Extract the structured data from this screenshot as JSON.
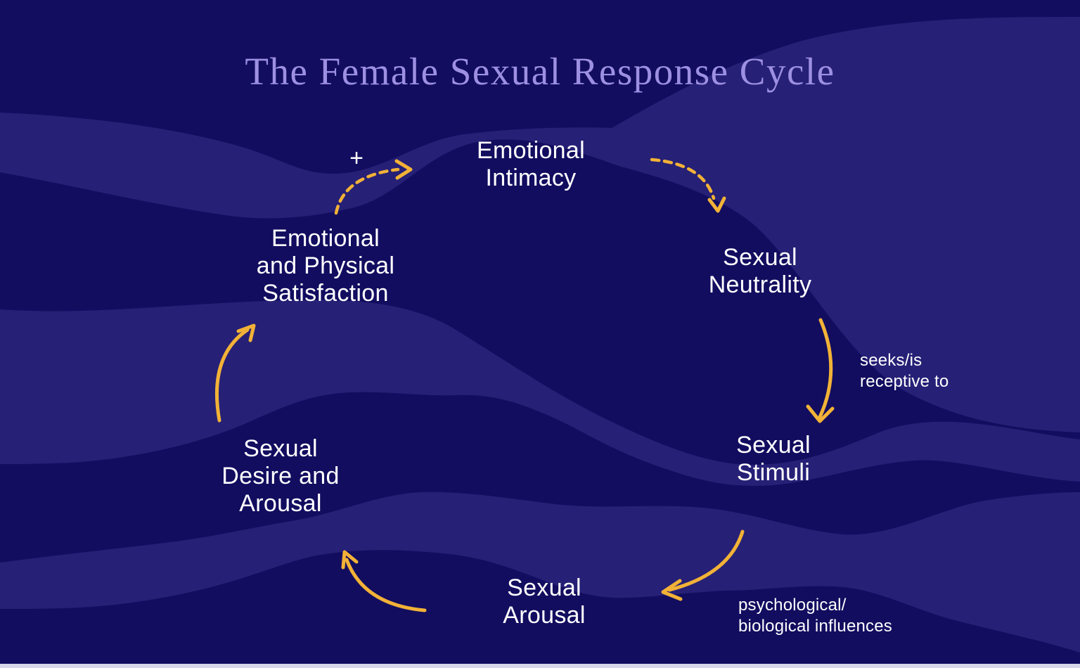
{
  "title": "The Female Sexual Response Cycle",
  "colors": {
    "background": "#120d5f",
    "wave_light": "#262076",
    "title_text": "#9d90e2",
    "body_text": "#ffffff",
    "arrow": "#f2b237",
    "bottom_strip": "#d8d7ea"
  },
  "cycle": {
    "plus_sign": "+",
    "stages": {
      "emotional_intimacy": {
        "line1": "Emotional",
        "line2": "Intimacy"
      },
      "sexual_neutrality": {
        "line1": "Sexual",
        "line2": "Neutrality"
      },
      "sexual_stimuli": {
        "line1": "Sexual",
        "line2": "Stimuli"
      },
      "sexual_arousal": {
        "line1": "Sexual",
        "line2": "Arousal"
      },
      "sexual_desire_and_arousal": {
        "line1": "Sexual",
        "line2": "Desire and",
        "line3": "Arousal"
      },
      "emotional_physical_satisfaction": {
        "line1": "Emotional",
        "line2": "and Physical",
        "line3": "Satisfaction"
      }
    },
    "edge_labels": {
      "neutrality_to_stimuli": {
        "line1": "seeks/is",
        "line2": "receptive to"
      },
      "stimuli_to_arousal": {
        "line1": "psychological/",
        "line2": "biological influences"
      }
    }
  }
}
